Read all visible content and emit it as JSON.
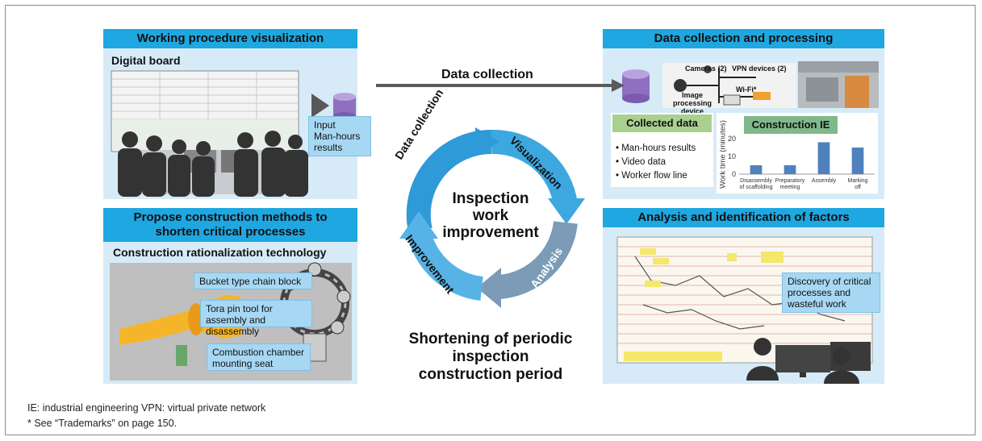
{
  "panels": {
    "wpv": {
      "title": "Working procedure visualization",
      "subtitle": "Digital board",
      "callout": [
        "Input",
        "Man-hours",
        "results"
      ]
    },
    "dcp": {
      "title": "Data collection and processing",
      "devices": {
        "cameras": "Cameras (2)",
        "vpn": "VPN devices (2)",
        "wifi": "Wi-Fi*",
        "image_proc": "Image processing device"
      },
      "collected_title": "Collected data",
      "collected_items": [
        "• Man-hours results",
        "• Video data",
        "• Worker flow line"
      ]
    },
    "propose": {
      "title_line1": "Propose construction methods to",
      "title_line2": "shorten critical processes",
      "subtitle": "Construction rationalization technology",
      "callouts": [
        "Bucket type chain block",
        "Tora pin tool for assembly and disassembly",
        "Combustion chamber mounting seat"
      ]
    },
    "analysis": {
      "title": "Analysis and identification of factors",
      "callout": "Discovery of critical processes and wasteful work"
    }
  },
  "flow": {
    "data_collection_label": "Data collection"
  },
  "cycle": {
    "center_line1": "Inspection",
    "center_line2": "work",
    "center_line3": "improvement",
    "labels": {
      "data_collection": "Data collection",
      "visualization": "Visualization",
      "analysis": "Analysis",
      "improvement": "Improvement"
    },
    "bottom_line1": "Shortening of periodic",
    "bottom_line2": "inspection",
    "bottom_line3": "construction period"
  },
  "chart_data": {
    "type": "bar",
    "title": "Construction IE",
    "ylabel": "Work time (minutes)",
    "ylim": [
      0,
      20
    ],
    "yticks": [
      0,
      10,
      20
    ],
    "categories": [
      [
        "Disassembly",
        "of scaffolding"
      ],
      [
        "Preparatory",
        "meeting"
      ],
      [
        "Assembly"
      ],
      [
        "Marking",
        "off"
      ]
    ],
    "values": [
      5,
      5,
      18,
      15
    ],
    "bar_color": "#4f81bd"
  },
  "footnotes": {
    "line1": "IE: industrial engineering   VPN: virtual private network",
    "line2": "* See “Trademarks” on page 150."
  },
  "colors": {
    "panel_bg": "#d6ebf7",
    "panel_header": "#1ea7e0",
    "cycle_blue": "#3aa4dc",
    "cycle_gray": "#7f9fb8"
  }
}
